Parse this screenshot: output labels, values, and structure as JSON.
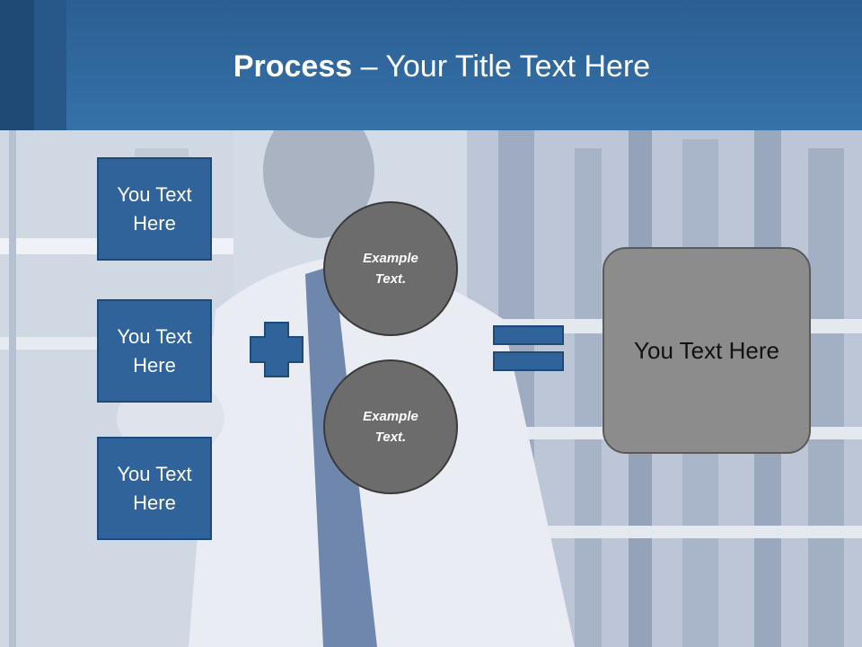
{
  "slide": {
    "title_bold": "Process",
    "title_rest": " – Your Title Text Here",
    "boxes": [
      {
        "label": "You Text Here"
      },
      {
        "label": "You Text Here"
      },
      {
        "label": "You Text Here"
      }
    ],
    "circles": [
      {
        "label": "Example Text."
      },
      {
        "label": "Example Text."
      }
    ],
    "result_label": "You Text Here"
  },
  "colors": {
    "header": "#3571a8",
    "box_fill": "#2f6399",
    "circle_fill": "#6c6c6c",
    "result_fill": "#8c8c8c"
  },
  "icons": [
    "plus-icon",
    "equals-icon"
  ]
}
